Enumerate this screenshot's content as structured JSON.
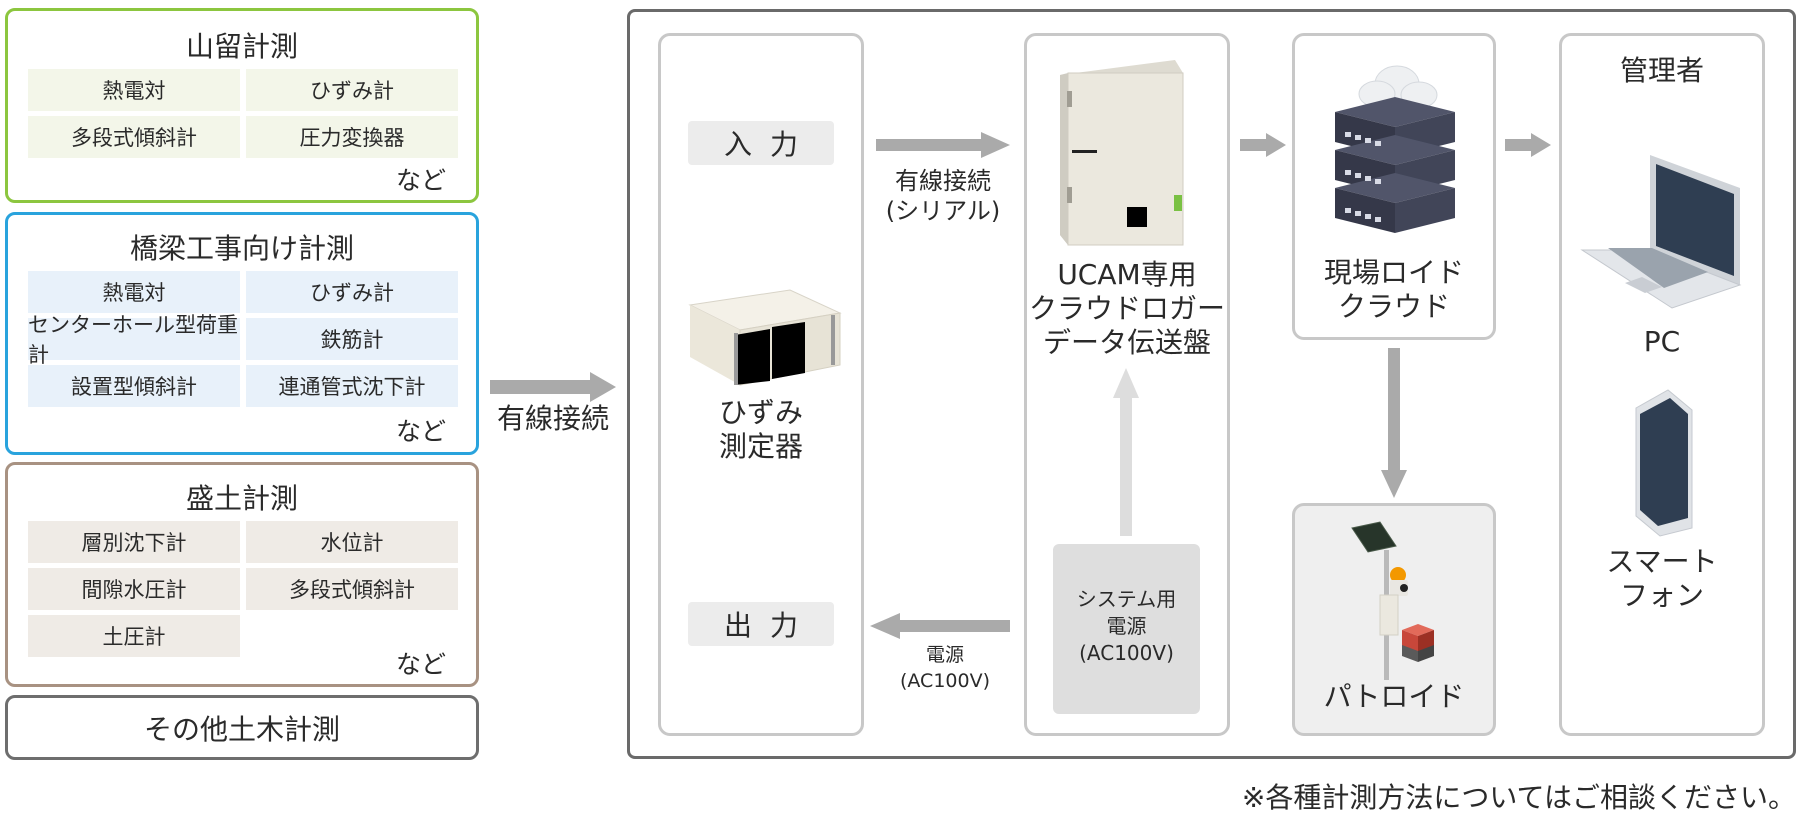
{
  "categories": [
    {
      "title": "山留計測",
      "items": [
        "熱電対",
        "ひずみ計",
        "多段式傾斜計",
        "圧力変換器"
      ],
      "suffix": "など"
    },
    {
      "title": "橋梁工事向け計測",
      "items": [
        "熱電対",
        "ひずみ計",
        "センターホール型荷重計",
        "鉄筋計",
        "設置型傾斜計",
        "連通管式沈下計"
      ],
      "suffix": "など"
    },
    {
      "title": "盛土計測",
      "items": [
        "層別沈下計",
        "水位計",
        "間隙水圧計",
        "多段式傾斜計",
        "土圧計"
      ],
      "suffix": "など"
    },
    {
      "title": "その他土木計測"
    }
  ],
  "left_arrow_label": "有線接続",
  "strain_meter": {
    "input": "入力",
    "output": "出力",
    "name": "ひずみ\n測定器"
  },
  "serial_arrow_label": "有線接続\n(シリアル)",
  "power_arrow_label": "電源\n(AC100V)",
  "power_supply": "システム用\n電源\n(AC100V)",
  "logger": "UCAM専用\nクラウドロガー\nデータ伝送盤",
  "cloud": "現場ロイド\nクラウド",
  "patroid": "パトロイド",
  "admin": {
    "title": "管理者",
    "pc": "PC",
    "phone": "スマート\nフォン"
  },
  "footnote": "※各種計測方法についてはご相談ください。",
  "colors": {
    "green": "#8cc63f",
    "blue": "#29a3dd",
    "brown": "#a89282",
    "arrow": "#aaaaaa",
    "arrow_light": "#dddddd"
  }
}
